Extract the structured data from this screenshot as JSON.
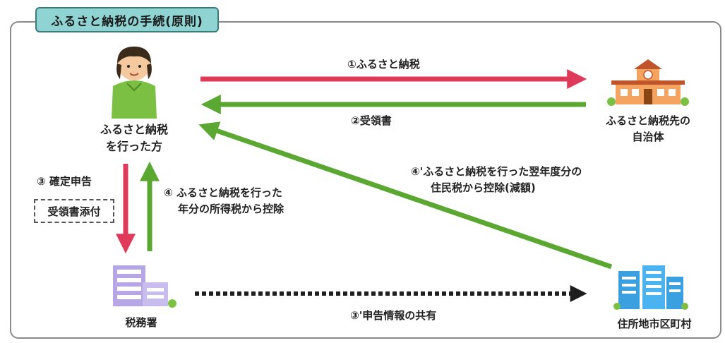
{
  "title": "ふるさと納税の手続(原則)",
  "nodes": {
    "donor": {
      "line1": "ふるさと納税",
      "line2": "を行った方"
    },
    "municipality": {
      "line1": "ふるさと納税先の",
      "line2": "自治体"
    },
    "tax_office": {
      "label": "税務署"
    },
    "city_office": {
      "label": "住所地市区町村"
    }
  },
  "edges": {
    "donation": "①ふるさと納税",
    "receipt": "②受領書",
    "tax_return": "③ 確定申告",
    "receipt_attached": "受領書添付",
    "income_tax_line1": "④ ふるさと納税を行った",
    "income_tax_line2": "年分の所得税から控除",
    "resident_tax_line1": "④'ふるさと納税を行った翌年度分の",
    "resident_tax_line2": "住民税から控除(減額)",
    "info_share": "③'申告情報の共有"
  },
  "colors": {
    "red_arrow": "#e03a5a",
    "green_arrow": "#5aa832",
    "dark_arrow": "#1e1e1e",
    "title_bg": "#8fd3d3"
  }
}
